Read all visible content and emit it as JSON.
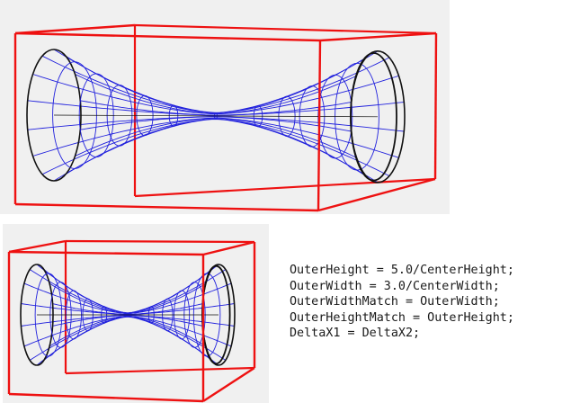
{
  "colors": {
    "bounding_box": "#ee1111",
    "wire_mesh": "#2222dd",
    "outline": "#111111",
    "viewport_background": "#f0f0f0"
  },
  "viewports": [
    {
      "name": "top-view",
      "shape": "hourglass-tube-wireframe"
    },
    {
      "name": "bottom-view",
      "shape": "hourglass-tube-wireframe"
    }
  ],
  "code": {
    "lines": [
      "OuterHeight = 5.0/CenterHeight;",
      "OuterWidth = 3.0/CenterWidth;",
      "OuterWidthMatch = OuterWidth;",
      "OuterHeightMatch = OuterHeight;",
      "DeltaX1 = DeltaX2;"
    ]
  }
}
